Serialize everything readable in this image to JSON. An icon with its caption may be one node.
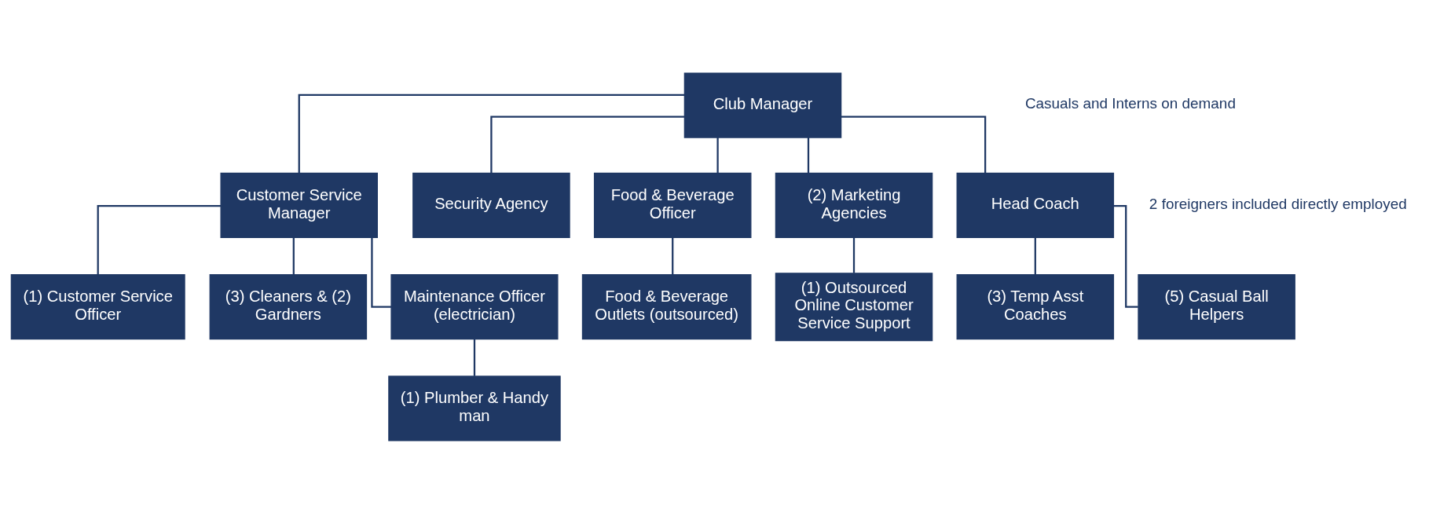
{
  "diagram": {
    "nodes": [
      {
        "text": [
          "Club Manager"
        ]
      },
      {
        "text": [
          "Customer Service Manager"
        ]
      },
      {
        "text": [
          "Security Agency"
        ]
      },
      {
        "text": [
          "Food & Beverage Officer"
        ]
      },
      {
        "text": [
          "(2) Marketing Agencies"
        ]
      },
      {
        "text": [
          "Head Coach"
        ]
      },
      {
        "text": [
          "(1) Customer Service Officer"
        ]
      },
      {
        "text": [
          "(3) Cleaners & (2) Gardners"
        ]
      },
      {
        "text": [
          "Maintenance Officer (electrician)"
        ]
      },
      {
        "text": [
          "Food & Beverage Outlets (outsourced)"
        ]
      },
      {
        "text": [
          "(1) Outsourced Online Customer Service Support"
        ]
      },
      {
        "text": [
          "(3) Temp Asst Coaches"
        ]
      },
      {
        "text": [
          "(1) Plumber & Handy man"
        ]
      },
      {
        "text": [
          "(5) Casual Ball Helpers"
        ]
      }
    ],
    "edges": [
      {
        "from": 0,
        "to": 1,
        "arrow": "none"
      },
      {
        "from": 0,
        "to": 2,
        "arrow": "none"
      },
      {
        "from": 0,
        "to": 3,
        "arrow": "none"
      },
      {
        "from": 0,
        "to": 4,
        "arrow": "none"
      },
      {
        "from": 0,
        "to": 5,
        "arrow": "none"
      },
      {
        "from": 1,
        "to": 6,
        "arrow": "none"
      },
      {
        "from": 1,
        "to": 7,
        "arrow": "none"
      },
      {
        "from": 1,
        "to": 8,
        "arrow": "none"
      },
      {
        "from": 3,
        "to": 9,
        "arrow": "none"
      },
      {
        "from": 4,
        "to": 10,
        "arrow": "none"
      },
      {
        "from": 5,
        "to": 11,
        "arrow": "none"
      },
      {
        "from": 8,
        "to": 12,
        "arrow": "none"
      },
      {
        "from": 5,
        "to": 13,
        "arrow": "none"
      }
    ],
    "labels": [
      "Casuals and Interns on demand",
      "2 foreigners included directly employed"
    ]
  }
}
